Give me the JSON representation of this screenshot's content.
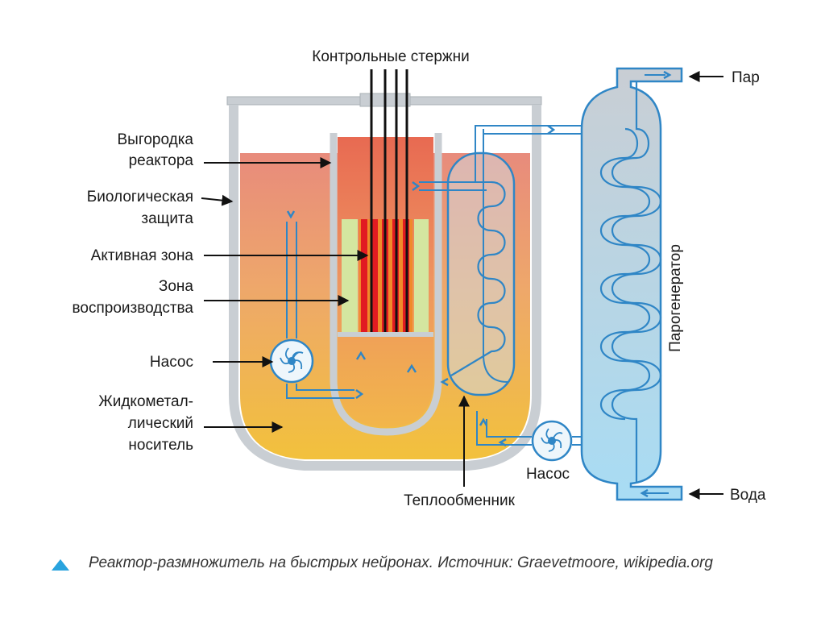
{
  "labels": {
    "control_rods": "Контрольные стержни",
    "reactor_enclosure": [
      "Выгородка",
      "реактора"
    ],
    "bio_shield": [
      "Биологическая",
      "защита"
    ],
    "active_zone": "Активная зона",
    "breeding_zone": [
      "Зона",
      "воспроизводства"
    ],
    "pump_left": "Насос",
    "coolant": [
      "Жидкометал-",
      "лический",
      "носитель"
    ],
    "heat_exchanger": "Теплообменник",
    "pump_right": "Насос",
    "steam": "Пар",
    "water": "Вода",
    "steam_generator": "Парогенератор"
  },
  "caption": "Реактор-размножитель на быстрых нейронах. Источник: Graevetmoore, wikipedia.org",
  "colors": {
    "accent": "#29a3de",
    "pipe": "#2f86c6",
    "vessel_wall": "#c9ced3",
    "core_rod": "#e11b22",
    "breeding": "#d4e6a0",
    "coolant_top": "#e8837a",
    "coolant_bottom": "#f2c23e"
  }
}
